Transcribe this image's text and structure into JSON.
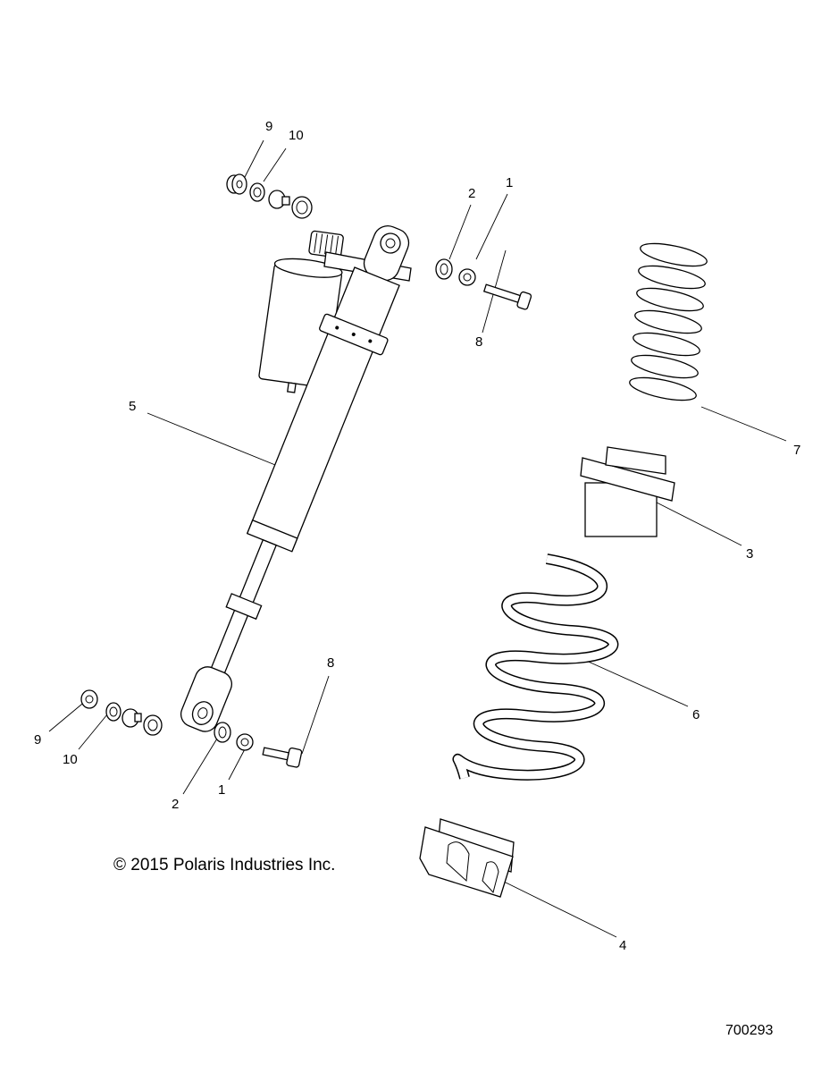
{
  "diagram": {
    "copyright": "© 2015 Polaris Industries Inc.",
    "drawing_number": "700293",
    "callouts": {
      "c9_top": "9",
      "c10_top": "10",
      "c2_top": "2",
      "c1_top": "1",
      "c8_top": "8",
      "c5": "5",
      "c7": "7",
      "c3": "3",
      "c6": "6",
      "c4": "4",
      "c8_bottom": "8",
      "c9_bottom": "9",
      "c10_bottom": "10",
      "c2_bottom": "2",
      "c1_bottom": "1"
    }
  }
}
